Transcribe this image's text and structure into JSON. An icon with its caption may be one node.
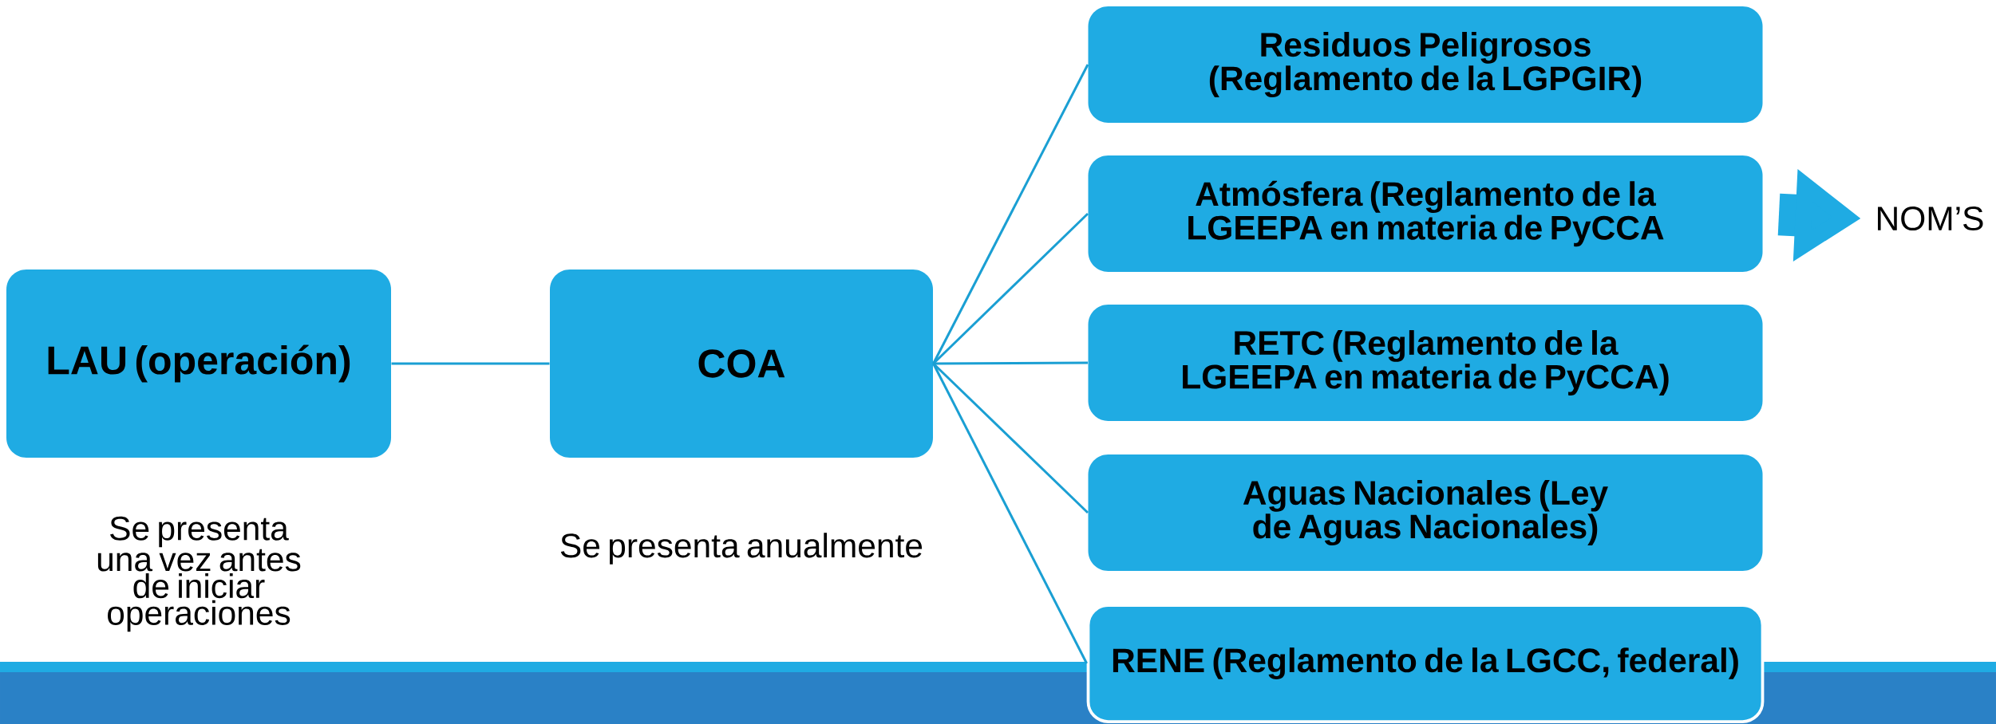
{
  "diagram": {
    "nodes": [
      {
        "text": [
          "LAU (operación)"
        ],
        "beside": [
          "Se presenta una vez antes de iniciar operaciones"
        ]
      },
      {
        "text": [
          "COA"
        ],
        "beside": [
          "Se presenta anualmente"
        ]
      },
      {
        "text": [
          "Residuos Peligrosos (Reglamento de la LGPGIR)"
        ]
      },
      {
        "text": [
          "Atmósfera (Reglamento de la LGEEPA en materia de PyCCA"
        ]
      },
      {
        "text": [
          "RETC (Reglamento de la LGEEPA en materia de PyCCA)"
        ]
      },
      {
        "text": [
          "Aguas Nacionales (Ley de Aguas Nacionales)"
        ]
      },
      {
        "text": [
          "RENE (Reglamento de la LGCC, federal)"
        ]
      },
      {
        "text": [
          "NOM’S"
        ]
      }
    ],
    "edges": [
      {
        "from": 0,
        "to": 1,
        "arrow": "none"
      },
      {
        "from": 1,
        "to": 2,
        "arrow": "none"
      },
      {
        "from": 1,
        "to": 3,
        "arrow": "none"
      },
      {
        "from": 1,
        "to": 4,
        "arrow": "none"
      },
      {
        "from": 1,
        "to": 5,
        "arrow": "none"
      },
      {
        "from": 1,
        "to": 6,
        "arrow": "none"
      },
      {
        "from": 3,
        "to": 7,
        "arrow": "to",
        "style": "thick"
      }
    ]
  }
}
